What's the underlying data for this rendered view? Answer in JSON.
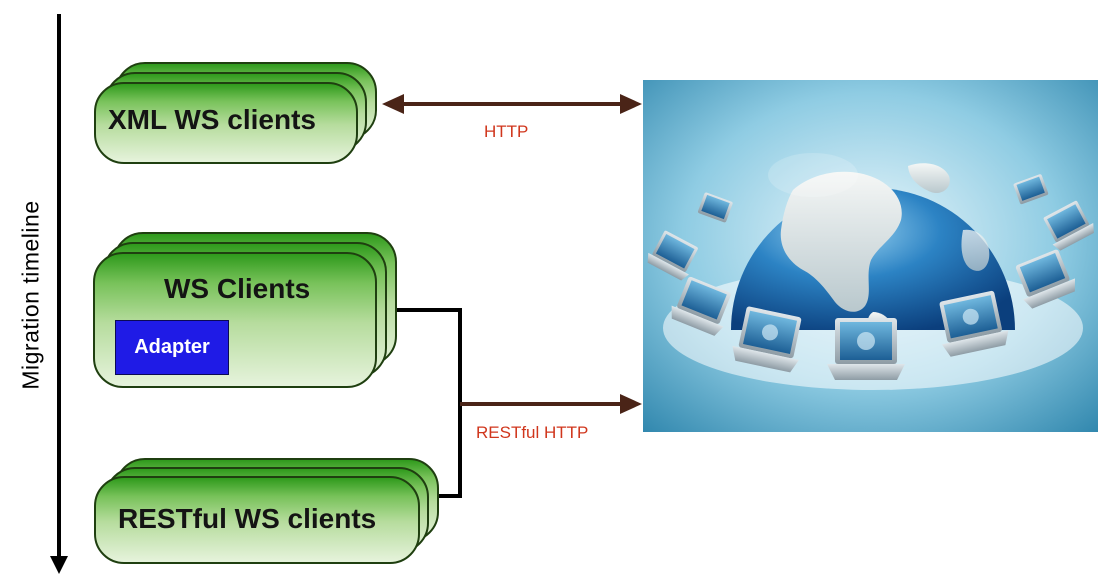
{
  "timeline": {
    "label": "Migration timeline"
  },
  "clients": {
    "xml": {
      "label": "XML WS clients"
    },
    "ws": {
      "label": "WS Clients",
      "adapter_label": "Adapter"
    },
    "restful": {
      "label": "RESTful WS clients"
    }
  },
  "links": {
    "http": {
      "label": "HTTP"
    },
    "restful_http": {
      "label": "RESTful HTTP"
    }
  },
  "colors": {
    "arrow_brown": "#4a2417",
    "label_red": "#d0361c",
    "adapter_blue": "#1f1be6",
    "card_green": "#2f9a1c"
  },
  "images": {
    "globe": "globe-with-connected-laptops"
  }
}
